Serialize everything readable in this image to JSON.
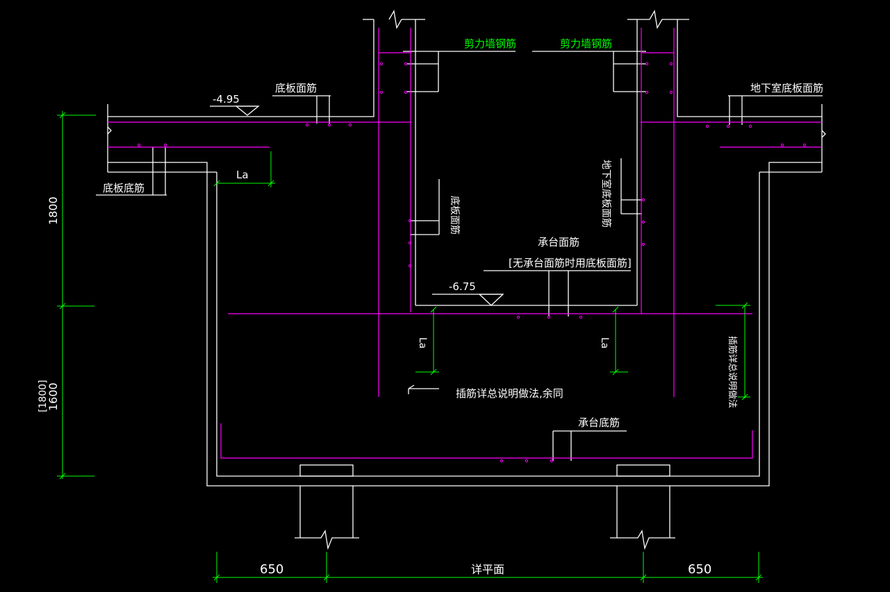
{
  "colors": {
    "background": "#000000",
    "concrete": "#ffffff",
    "rebar": "#ff00ff",
    "dimension": "#00ff00"
  },
  "labels": {
    "shear_wall_rebar_left": "剪力墙钢筋",
    "shear_wall_rebar_right": "剪力墙钢筋",
    "slab_top_rebar_left": "底板面筋",
    "basement_slab_top_rebar": "地下室底板面筋",
    "slab_bottom_rebar": "底板底筋",
    "slab_top_rebar_vertical": "底板面筋",
    "basement_slab_bottom_rebar_vertical": "地下室底板面筋",
    "cap_top_rebar": "承台面筋",
    "cap_top_rebar_note": "[无承台面筋时用底板面筋]",
    "dowel_note": "插筋详总说明做法,余同",
    "dowel_note_vertical": "插筋详总说明做法",
    "cap_bottom_rebar": "承台底筋",
    "anchor_la_top": "La",
    "anchor_la_left": "La",
    "anchor_la_right": "La"
  },
  "elevations": {
    "top": "-4.95",
    "inner": "-6.75"
  },
  "dimensions": {
    "vertical_upper": "1800",
    "vertical_lower": "1600",
    "vertical_lower_alt": "[1800]",
    "horizontal_left": "650",
    "horizontal_middle": "详平面",
    "horizontal_right": "650"
  }
}
